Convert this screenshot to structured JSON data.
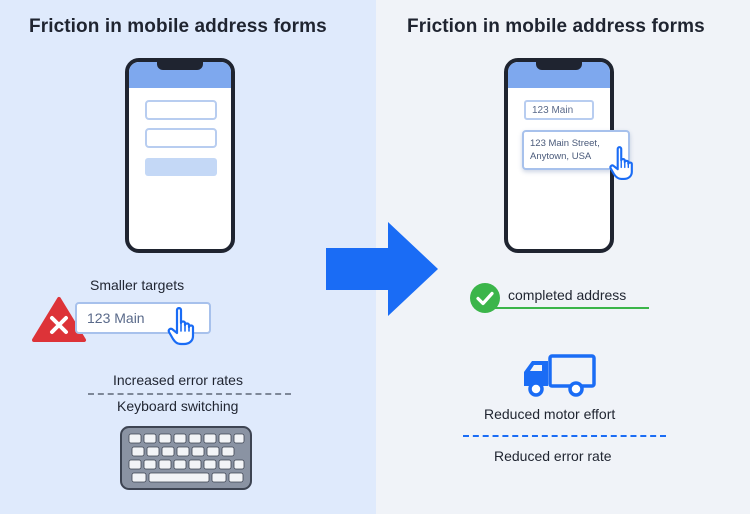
{
  "left": {
    "title": "Friction in mobile address forms",
    "label_targets": "Smaller targets",
    "input_value": "123 Main",
    "label_error": "Increased error rates",
    "label_keyboard": "Keyboard switching"
  },
  "right": {
    "title": "Friction in mobile address forms",
    "input_value": "123 Main",
    "suggestion_line1": "123 Main Street,",
    "suggestion_line2": "Anytown, USA",
    "completed_label": "completed address",
    "label_effort": "Reduced motor effort",
    "label_error": "Reduced error rate"
  },
  "colors": {
    "left_bg": "#dfeafc",
    "right_bg": "#f0f3f8",
    "arrow": "#1a6cf5",
    "error_red": "#dd3338",
    "success_green": "#3bb54a",
    "truck_blue": "#1a6cf5",
    "dash_gray": "#7e8898",
    "dash_blue": "#1a6cf5"
  },
  "icons": [
    "warning-triangle-x-icon",
    "pointer-hand-icon",
    "keyboard-icon",
    "arrow-right-icon",
    "check-circle-icon",
    "delivery-truck-icon"
  ]
}
